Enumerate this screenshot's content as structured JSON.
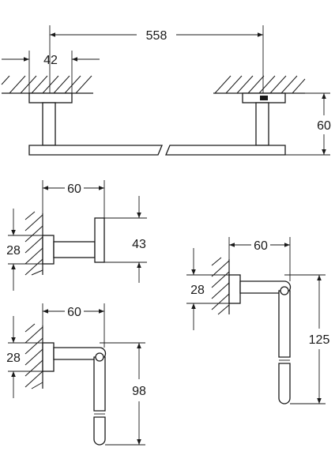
{
  "dimensions": {
    "bar_length": "558",
    "bar_flange_width": "42",
    "bar_projection": "60",
    "hook_projection": "60",
    "hook_flange_height": "28",
    "hook_height": "43",
    "ring_small_projection": "60",
    "ring_small_flange_height": "28",
    "ring_small_drop": "98",
    "ring_large_projection": "60",
    "ring_large_flange_height": "28",
    "ring_large_drop": "125"
  }
}
